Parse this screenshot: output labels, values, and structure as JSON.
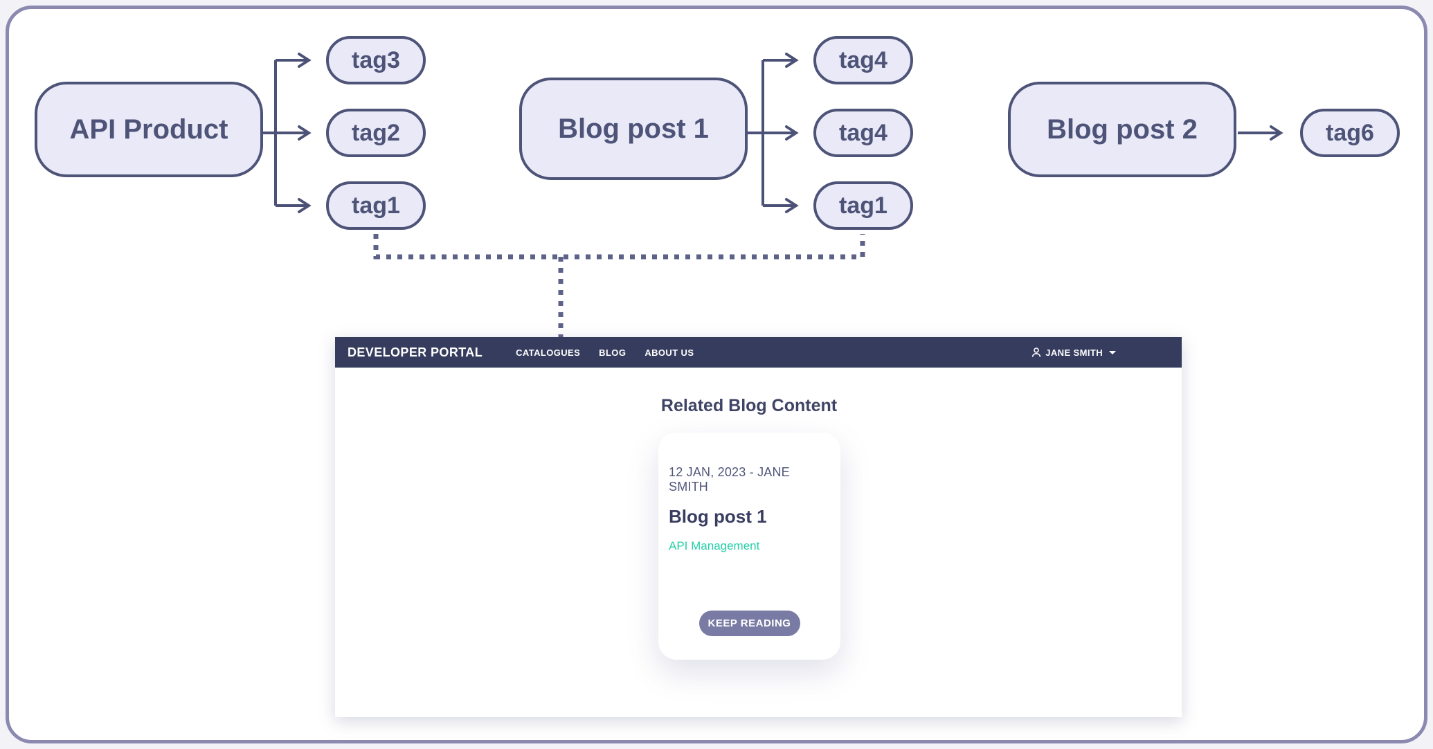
{
  "diagram": {
    "nodes": [
      {
        "id": "api-product",
        "label": "API Product",
        "accent": "gold"
      },
      {
        "id": "blog-post-1",
        "label": "Blog post 1",
        "accent": "teal"
      },
      {
        "id": "blog-post-2",
        "label": "Blog post 2",
        "accent": "teal"
      }
    ],
    "api_product_tags": [
      "tag3",
      "tag2",
      "tag1"
    ],
    "blog_post_1_tags": [
      "tag4",
      "tag4",
      "tag1"
    ],
    "blog_post_2_tags": [
      "tag6"
    ],
    "colors": {
      "gold_border": "#d9b422",
      "teal_border": "#1ed3ae",
      "node_fill": "#e9e9f7",
      "node_text": "#4e5378",
      "solid_line": "#4c5177",
      "dashed_line": "#5d6288",
      "frame_border": "#8b89b0"
    }
  },
  "portal": {
    "brand": "DEVELOPER PORTAL",
    "nav_items": [
      "CATALOGUES",
      "BLOG",
      "ABOUT US"
    ],
    "user": {
      "name": "JANE SMITH"
    },
    "navbar_bg": "#363c5e",
    "section_title": "Related Blog Content",
    "card": {
      "meta": "12 JAN, 2023 - JANE SMITH",
      "title": "Blog post 1",
      "tag_link": "API Management",
      "tag_link_color": "#25cfa7",
      "button_label": "KEEP READING",
      "button_bg": "#7a7ba4"
    }
  }
}
